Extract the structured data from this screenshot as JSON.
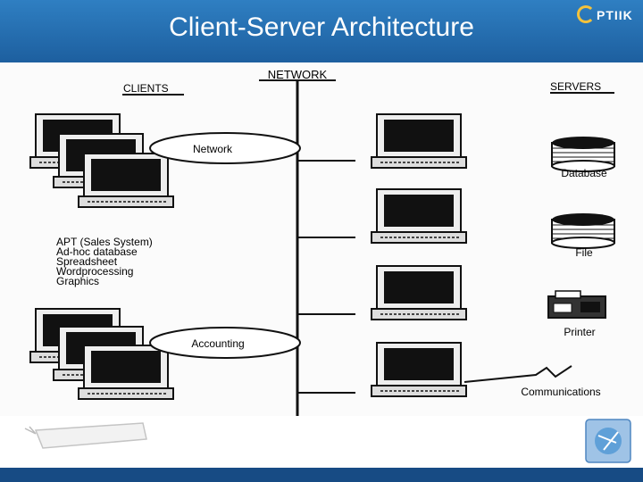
{
  "slide": {
    "title": "Client-Server Architecture",
    "logo_text": "PTIIK",
    "colors": {
      "header": "#2a75b7",
      "footer": "#174b84",
      "logo_accent": "#f4c23b"
    }
  },
  "diagram": {
    "network_label": "NETWORK",
    "clients_label": "CLIENTS",
    "servers_label": "SERVERS",
    "group1_label": "Network",
    "group2_label": "Accounting",
    "apps": [
      "APT (Sales System)",
      "Ad-hoc database",
      "Spreadsheet",
      "Wordprocessing",
      "Graphics"
    ],
    "servers": [
      {
        "label": "Database",
        "icon": "database-icon"
      },
      {
        "label": "File",
        "icon": "file-server-icon"
      },
      {
        "label": "Printer",
        "icon": "printer-icon"
      },
      {
        "label": "Communications",
        "icon": "communications-icon"
      }
    ]
  }
}
